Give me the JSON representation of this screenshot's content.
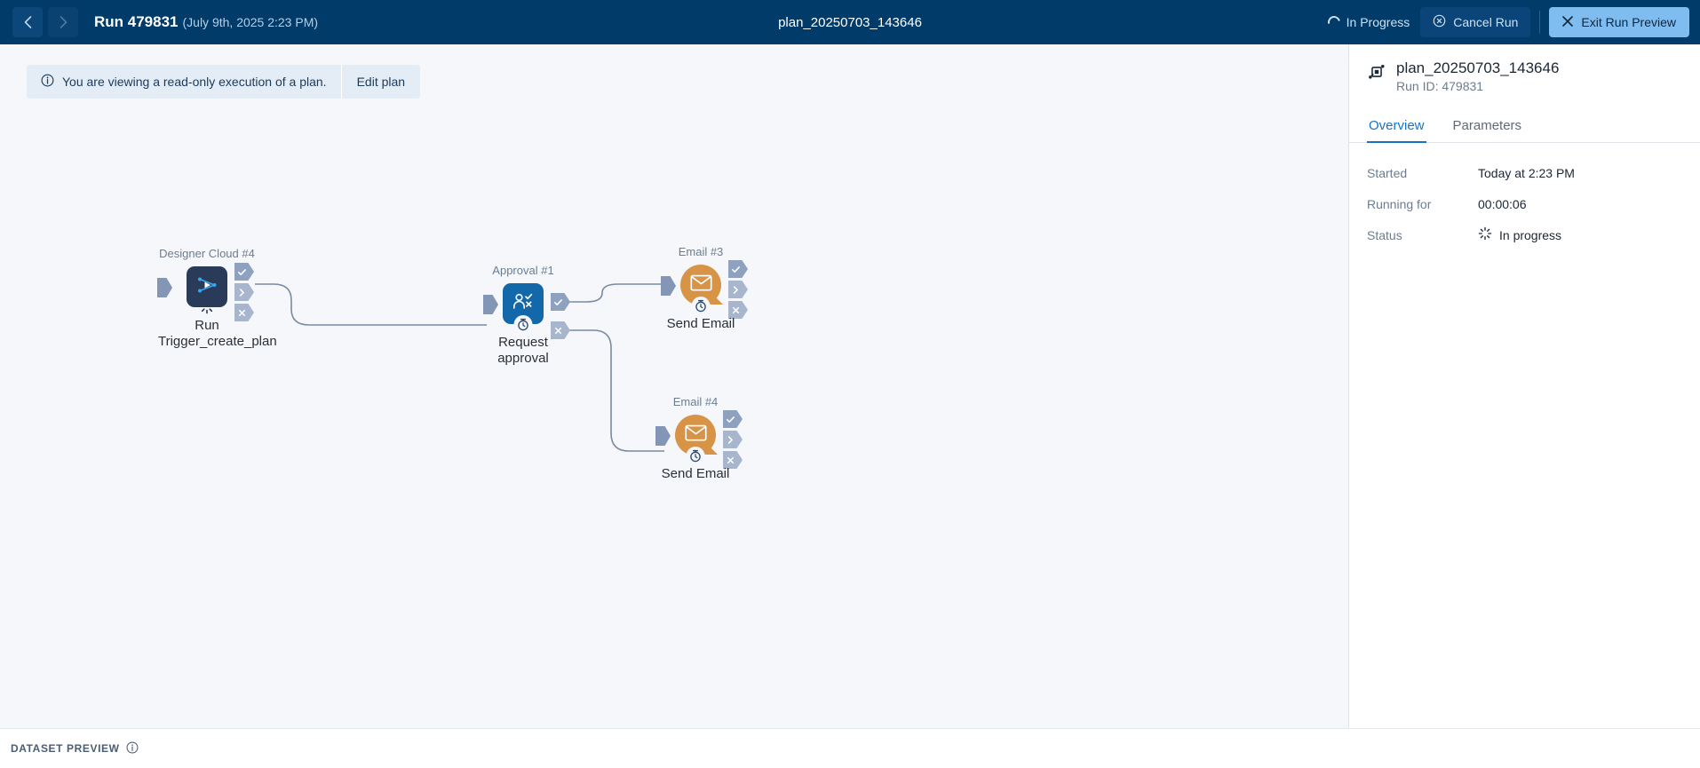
{
  "topbar": {
    "back_icon": "chevron-left-icon",
    "forward_icon": "chevron-right-icon",
    "run_title": "Run 479831",
    "run_date": "(July 9th, 2025 2:23 PM)",
    "center_title": "plan_20250703_143646",
    "status_label": "In Progress",
    "cancel_label": "Cancel Run",
    "exit_label": "Exit Run Preview",
    "bg_color": "#003b69",
    "exit_color": "#7fbcf0"
  },
  "banner": {
    "icon": "info-circle-icon",
    "message": "You are viewing a read-only execution of a plan.",
    "action_label": "Edit plan",
    "bg_color": "#e4edf6"
  },
  "flow": {
    "nodes": [
      {
        "id": "designer-cloud-4",
        "top_label": "Designer Cloud #4",
        "caption": "Run\nTrigger_create_plan",
        "icon": "workflow-play-icon",
        "color": "#2a3a59",
        "status_badge": "spinner-badge",
        "ports_out": [
          "check",
          "chevron",
          "x"
        ]
      },
      {
        "id": "approval-1",
        "top_label": "Approval #1",
        "caption": "Request\napproval",
        "icon": "user-approval-icon",
        "color": "#1268a8",
        "status_badge": "clock-badge",
        "ports_out": [
          "check",
          "x"
        ]
      },
      {
        "id": "email-3",
        "top_label": "Email #3",
        "caption": "Send Email",
        "icon": "envelope-icon",
        "color": "#d79446",
        "status_badge": "clock-badge",
        "ports_out": [
          "check",
          "chevron",
          "x"
        ]
      },
      {
        "id": "email-4",
        "top_label": "Email #4",
        "caption": "Send Email",
        "icon": "envelope-icon",
        "color": "#d79446",
        "status_badge": "clock-badge",
        "ports_out": [
          "check",
          "chevron",
          "x"
        ]
      }
    ],
    "link_color": "#7a8aa3"
  },
  "sidebar": {
    "icon": "plan-node-icon",
    "title": "plan_20250703_143646",
    "subtitle": "Run ID: 479831",
    "tabs": [
      {
        "label": "Overview",
        "active": true
      },
      {
        "label": "Parameters",
        "active": false
      }
    ],
    "rows": [
      {
        "key": "Started",
        "value": "Today at 2:23 PM",
        "icon": ""
      },
      {
        "key": "Running for",
        "value": "00:00:06",
        "icon": ""
      },
      {
        "key": "Status",
        "value": "In progress",
        "icon": "spinner-icon"
      }
    ],
    "accent_color": "#1673c4"
  },
  "bottombar": {
    "label": "DATASET PREVIEW",
    "info_icon": "info-circle-icon"
  }
}
